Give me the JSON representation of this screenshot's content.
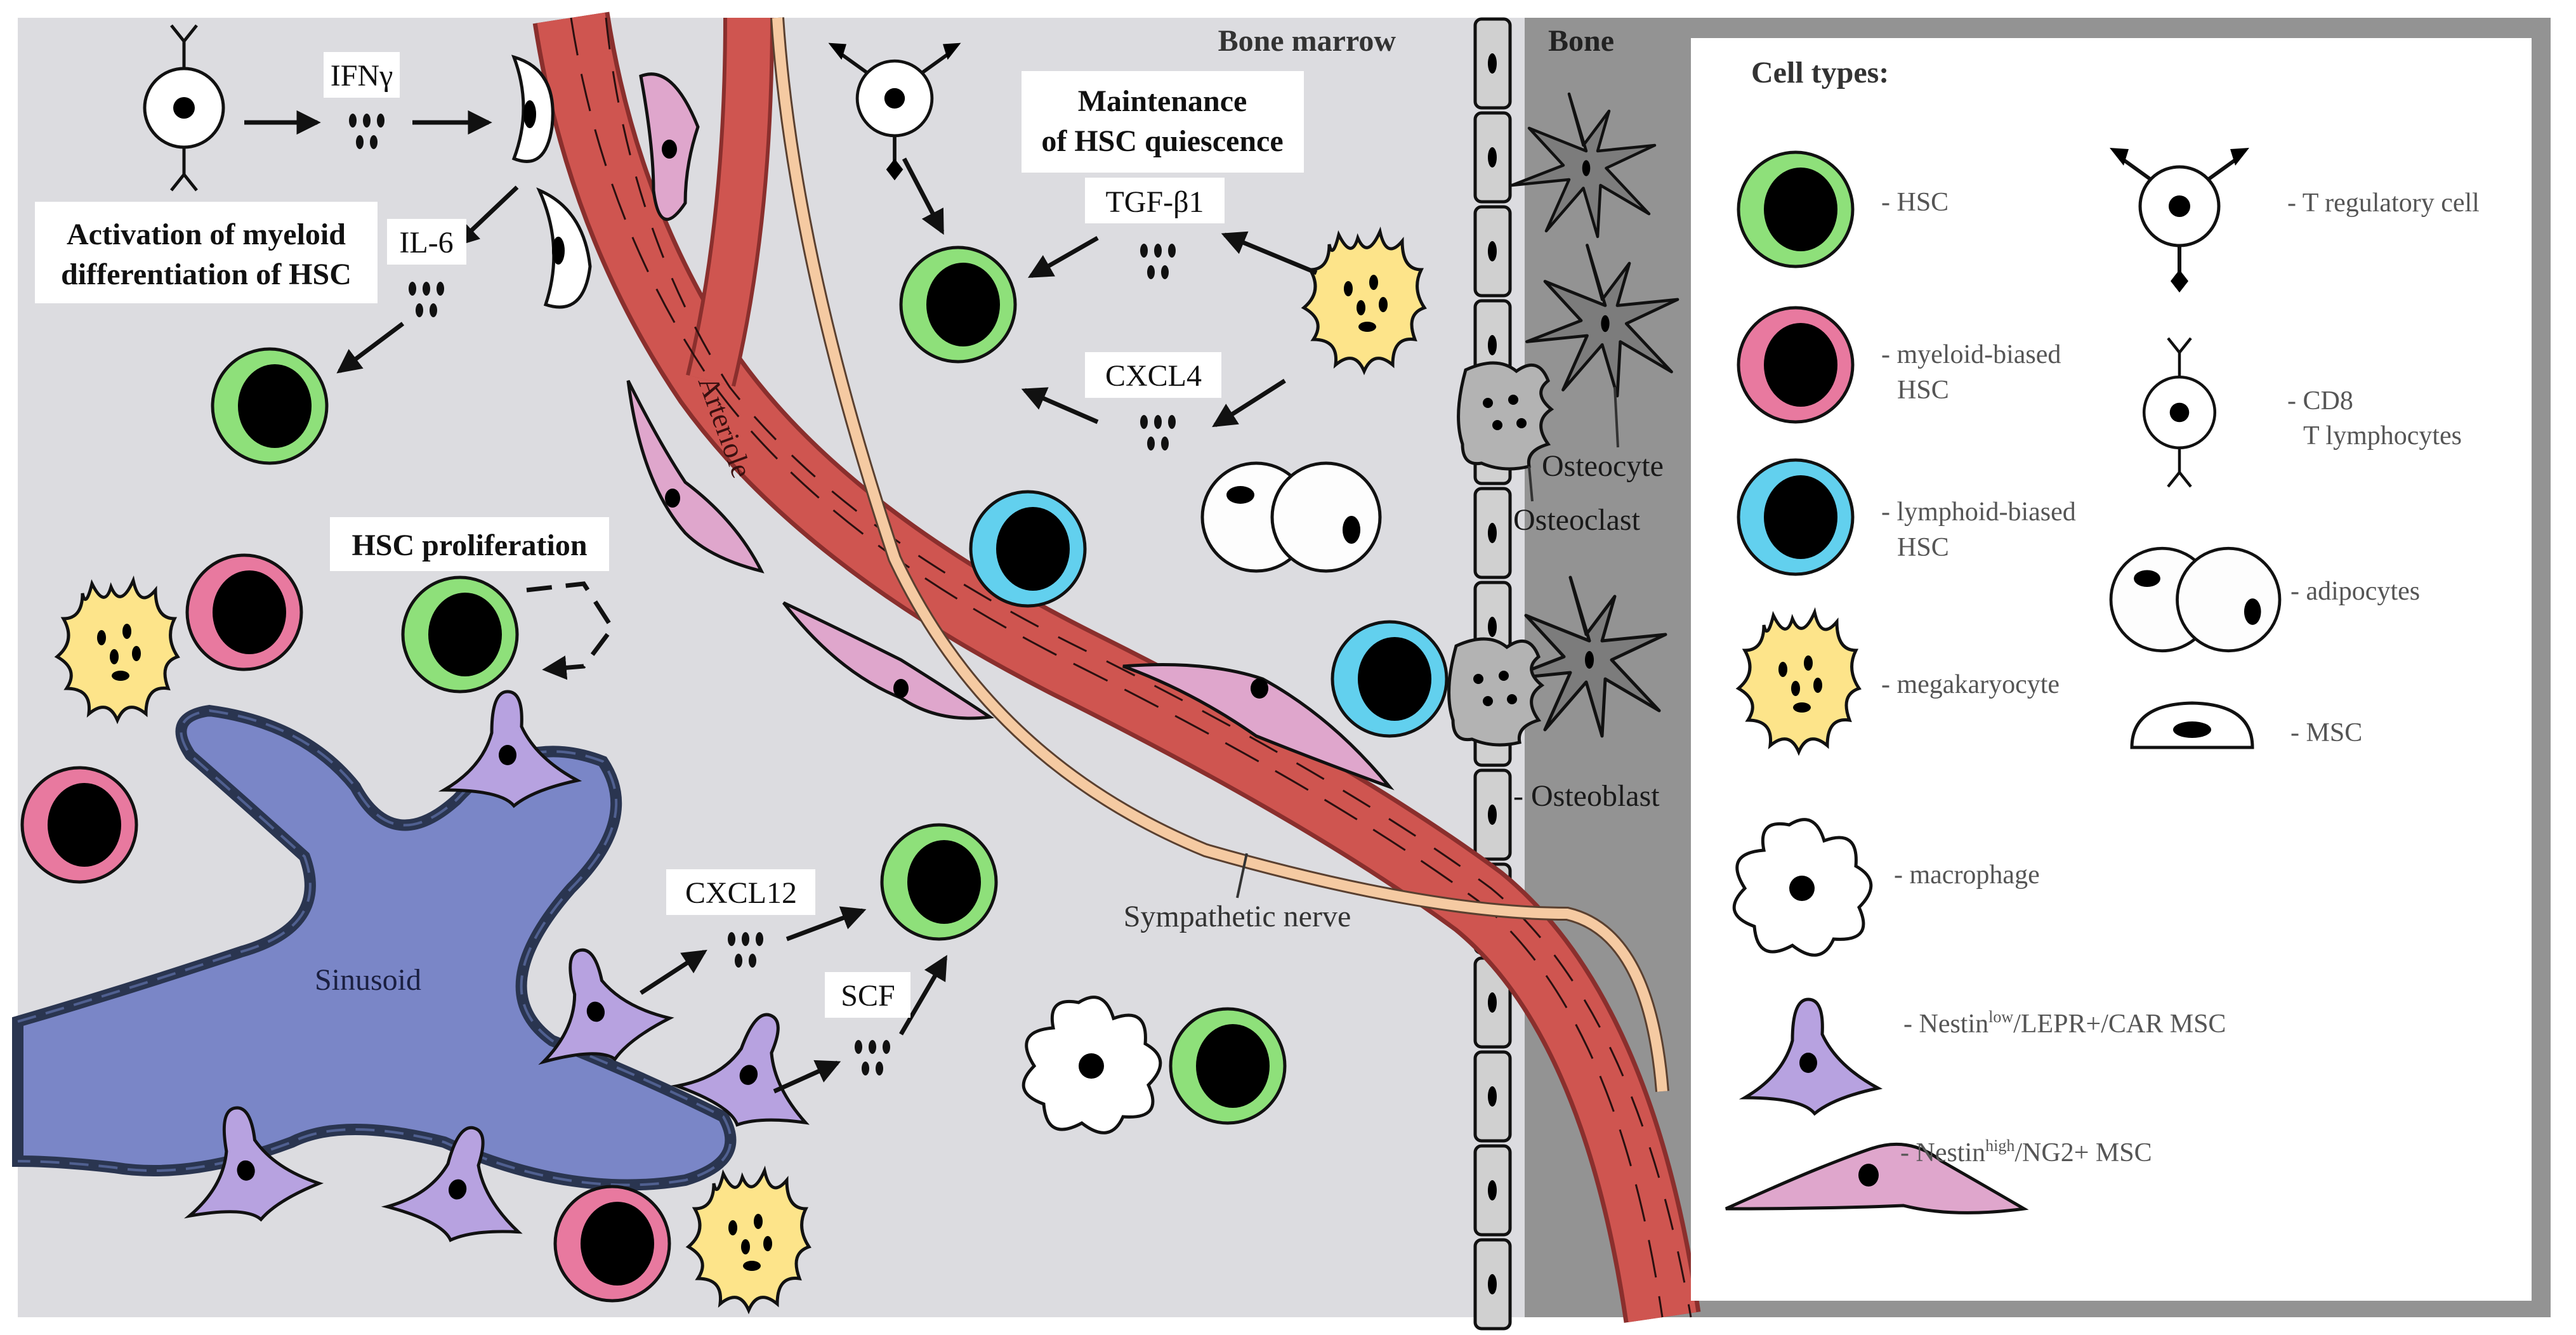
{
  "regions": {
    "bone_marrow": "Bone marrow",
    "bone": "Bone"
  },
  "structures": {
    "arteriole": "Arteriole",
    "sinusoid": "Sinusoid",
    "sympathetic_nerve": "Sympathetic nerve",
    "osteocyte": "Osteocyte",
    "osteoclast": "Osteoclast",
    "osteoblast": "- Osteoblast"
  },
  "processes": {
    "myeloid_line1": "Activation of myeloid",
    "myeloid_line2": "differentiation of HSC",
    "quiescence_line1": "Maintenance",
    "quiescence_line2": "of HSC quiescence",
    "proliferation": "HSC proliferation"
  },
  "cytokines": {
    "ifng": "IFNγ",
    "il6": "IL-6",
    "tgfb1": "TGF-β1",
    "cxcl4": "CXCL4",
    "cxcl12": "CXCL12",
    "scf": "SCF"
  },
  "legend": {
    "title": "Cell types:",
    "hsc": "- HSC",
    "myeloid_1": "- myeloid-biased",
    "myeloid_2": "HSC",
    "lymphoid_1": "- lymphoid-biased",
    "lymphoid_2": "HSC",
    "megakaryocyte": "- megakaryocyte",
    "macrophage": "- macrophage",
    "nestin_low_a": "- Nestin",
    "nestin_low_sup": "low",
    "nestin_low_b": "/LEPR+/CAR MSC",
    "nestin_high_a": "- Nestin",
    "nestin_high_sup": "high",
    "nestin_high_b": "/NG2+ MSC",
    "treg": "- T regulatory cell",
    "cd8_1": "- CD8",
    "cd8_2": "T lymphocytes",
    "adipocytes": "- adipocytes",
    "msc": "- MSC"
  },
  "colors": {
    "marrow_bg": "#dcdce0",
    "bone_bg": "#939393",
    "hsc": "#8ee07a",
    "myeloid": "#e8799f",
    "lymphoid": "#62d0ee",
    "megakaryocyte": "#fde48a",
    "msc_low": "#b7a2e0",
    "msc_high": "#dfa6cc",
    "sinusoid": "#7a86c7",
    "arteriole": "#cf5550",
    "nerve": "#f5caa2"
  }
}
